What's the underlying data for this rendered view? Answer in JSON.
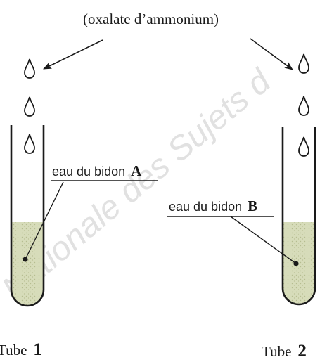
{
  "reagent": {
    "label": "(oxalate d’ammonium)"
  },
  "tube1": {
    "label_prefix": "Tube",
    "label_number": "1",
    "water_prefix": "eau du bidon",
    "water_letter": "A"
  },
  "tube2": {
    "label_prefix": "Tube",
    "label_number": "2",
    "water_prefix": "eau du bidon",
    "water_letter": "B"
  },
  "watermark": {
    "text": "Nationale des Sujets d"
  },
  "colors": {
    "ink": "#1a1a1a",
    "liquid": "#d7dcba",
    "liquid_dots": "#b6bd90",
    "watermark": "#c9c9c9"
  }
}
